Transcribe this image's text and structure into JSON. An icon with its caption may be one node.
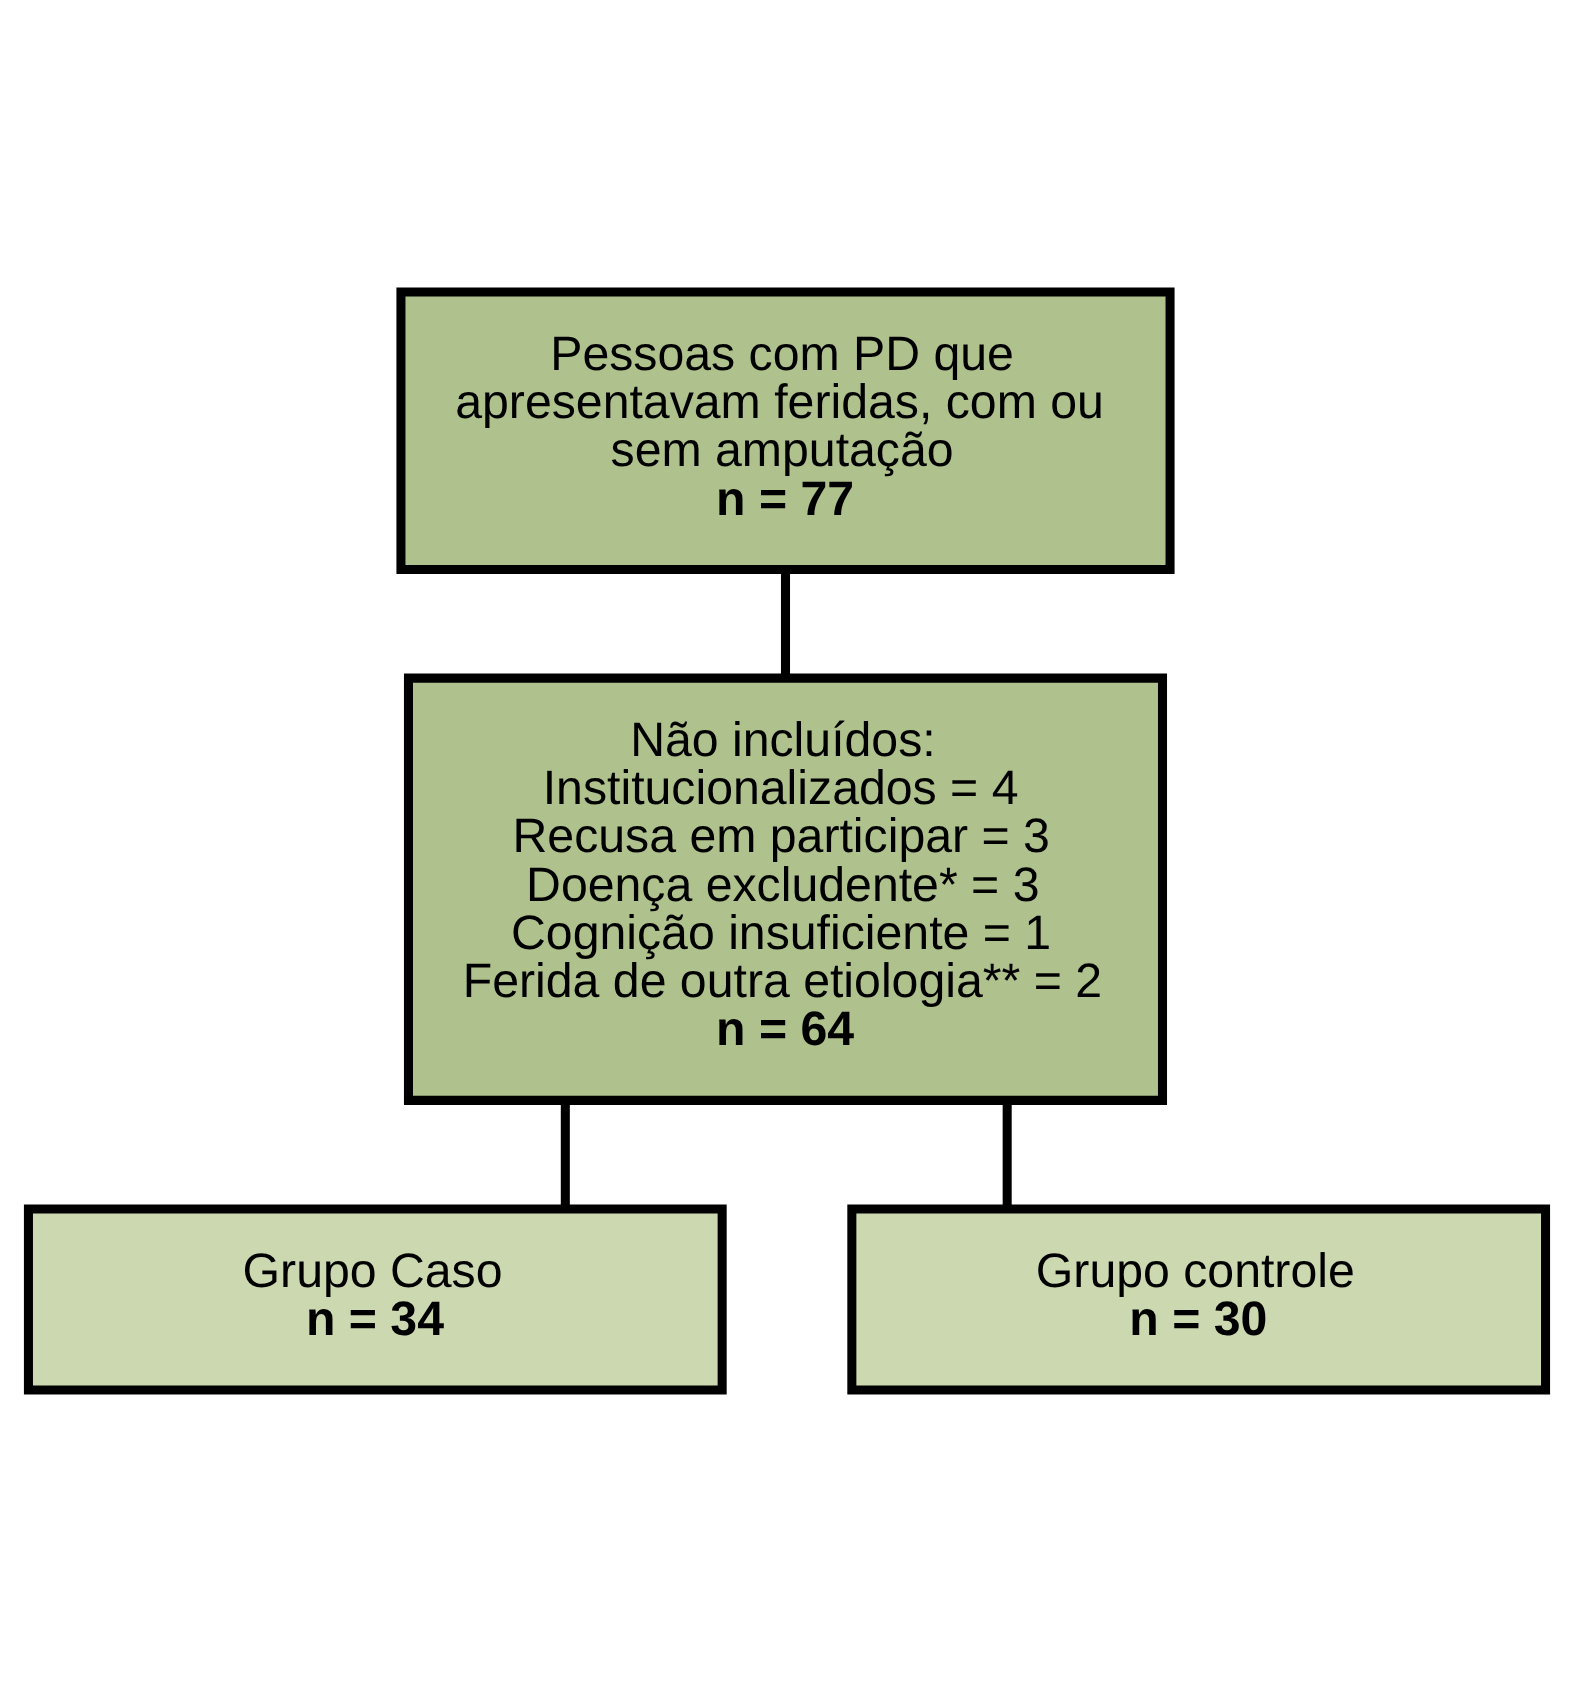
{
  "diagram": {
    "nodes": [
      {
        "text": [
          "Pessoas com PD que apresentavam feridas, com ou sem amputação",
          "n = 77"
        ]
      },
      {
        "text": [
          "Não incluídos:",
          "Institucionalizados = 4",
          "Recusa em participar = 3",
          "Doença excludente* = 3",
          "Cognição insuficiente = 1",
          "Ferida de outra etiologia** = 2",
          "n = 64"
        ]
      },
      {
        "text": [
          "Grupo Caso",
          "n = 34"
        ]
      },
      {
        "text": [
          "Grupo controle",
          "n = 30"
        ]
      }
    ],
    "edges": [
      {
        "from": 0,
        "to": 1,
        "arrow": "none"
      },
      {
        "from": 1,
        "to": 2,
        "arrow": "none"
      },
      {
        "from": 1,
        "to": 3,
        "arrow": "none"
      }
    ]
  }
}
